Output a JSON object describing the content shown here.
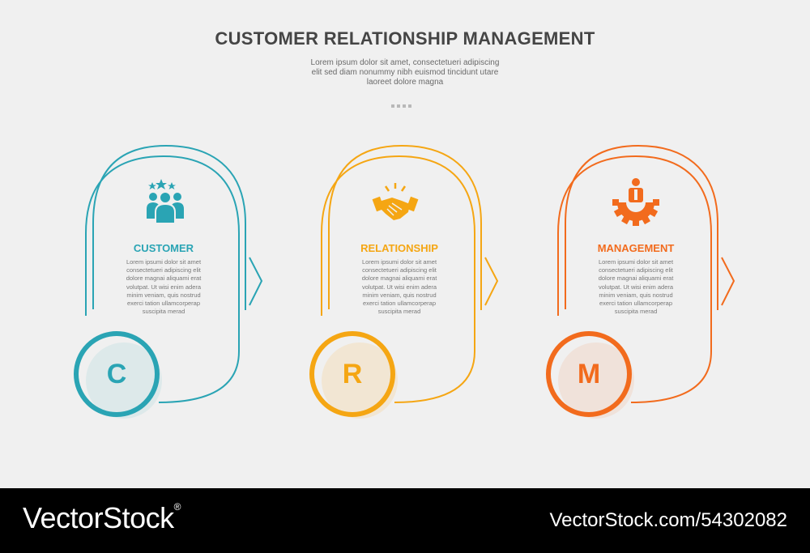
{
  "header": {
    "title": "CUSTOMER RELATIONSHIP MANAGEMENT",
    "subtitle_lines": [
      "Lorem ipsum dolor sit amet, consectetueri adipiscing",
      "elit sed diam nonummy nibh euismod tincidunt utare",
      "laoreet dolore magna"
    ]
  },
  "cards": [
    {
      "title": "CUSTOMER",
      "letter": "C",
      "icon": "customer-group-stars-icon",
      "color": "#2aa4b4",
      "fill": "#dde9ea",
      "text_lines": [
        "Lorem ipsumi dolor sit amet",
        "consectetueri adipiscing elit",
        "dolore magnai aliquami erat",
        "volutpat. Ut wisi enim adera",
        "minim veniam, quis nostrud",
        "exerci tation ullamcorperap",
        "suscipita merad"
      ]
    },
    {
      "title": "RELATIONSHIP",
      "letter": "R",
      "icon": "handshake-icon",
      "color": "#f5a613",
      "fill": "#f2e6d3",
      "text_lines": [
        "Lorem ipsumi dolor sit amet",
        "consectetueri adipiscing elit",
        "dolore magnai aliquami erat",
        "volutpat. Ut wisi enim adera",
        "minim veniam, quis nostrud",
        "exerci tation ullamcorperap",
        "suscipita merad"
      ]
    },
    {
      "title": "MANAGEMENT",
      "letter": "M",
      "icon": "manager-gear-icon",
      "color": "#f26b1d",
      "fill": "#f0e2da",
      "text_lines": [
        "Lorem ipsumi dolor sit amet",
        "consectetueri adipiscing elit",
        "dolore magnai aliquami erat",
        "volutpat. Ut wisi enim adera",
        "minim veniam, quis nostrud",
        "exerci tation ullamcorperap",
        "suscipita merad"
      ]
    }
  ],
  "footer": {
    "brand": "VectorStock",
    "registered_mark": "®",
    "image_id": "VectorStock.com/54302082"
  }
}
